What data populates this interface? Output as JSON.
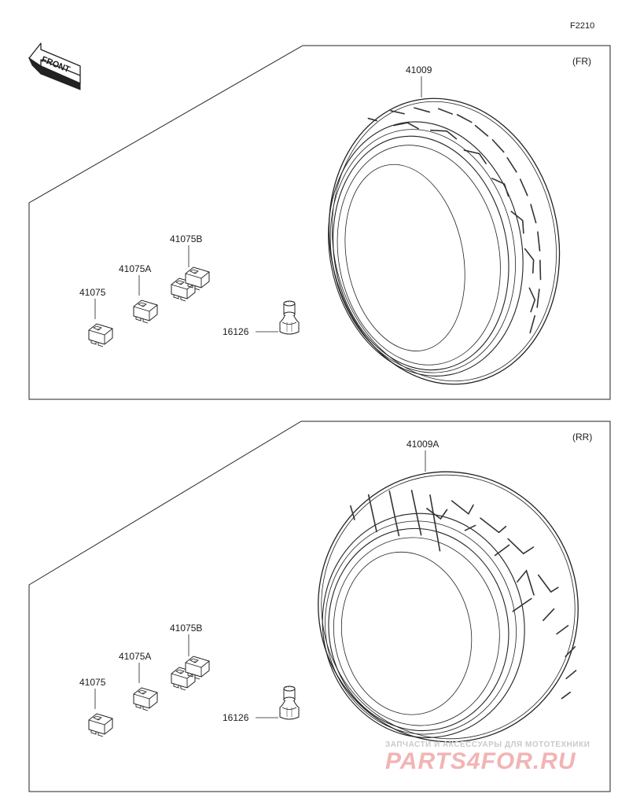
{
  "figure_code": "F2210",
  "front_label": "FRONT",
  "sections": [
    {
      "id": "front",
      "title": "(FR)",
      "parts": {
        "tire": "41009",
        "weight_a": "41075A",
        "weight_b": "41075B",
        "weight": "41075",
        "valve": "16126"
      }
    },
    {
      "id": "rear",
      "title": "(RR)",
      "parts": {
        "tire": "41009A",
        "weight_a": "41075A",
        "weight_b": "41075B",
        "weight": "41075",
        "valve": "16126"
      }
    }
  ],
  "watermark": {
    "line1": "ЗАПЧАСТИ И АКСЕССУАРЫ ДЛЯ МОТОТЕХНИКИ",
    "line2": "PARTS4FOR.RU"
  }
}
